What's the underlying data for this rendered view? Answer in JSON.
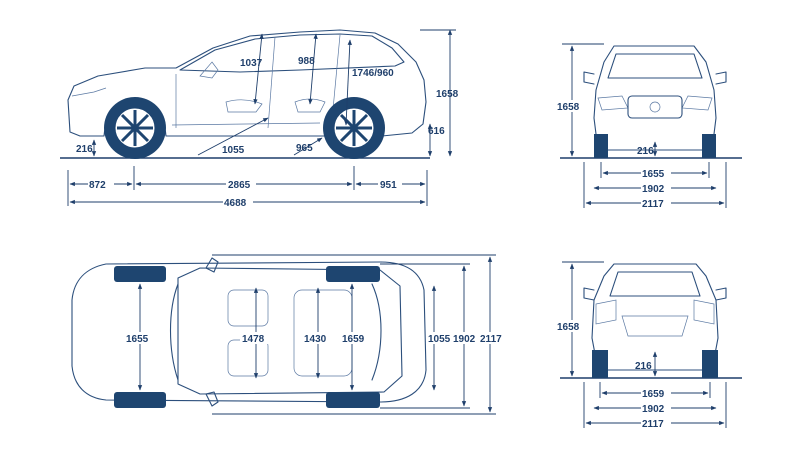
{
  "colors": {
    "line": "#1f3f6b",
    "tire": "#1e4570",
    "background": "#ffffff"
  },
  "side": {
    "ground_clearance": "216",
    "front_headroom": "1037",
    "rear_headroom": "988",
    "cargo_height": "1746/960",
    "height": "1658",
    "front_legroom": "1055",
    "rear_legroom": "965",
    "loading_height": "616",
    "front_overhang": "872",
    "wheelbase": "2865",
    "rear_overhang": "951",
    "length": "4688"
  },
  "front": {
    "height": "1658",
    "ground_clearance": "216",
    "track": "1655",
    "width": "1902",
    "width_mirrors": "2117"
  },
  "top": {
    "front_track": "1655",
    "front_shoulder": "1478",
    "rear_shoulder": "1430",
    "rear_track": "1659",
    "cargo_width": "1055",
    "width": "1902",
    "width_mirrors": "2117"
  },
  "rear": {
    "height": "1658",
    "ground_clearance": "216",
    "track": "1659",
    "width": "1902",
    "width_mirrors": "2117"
  }
}
